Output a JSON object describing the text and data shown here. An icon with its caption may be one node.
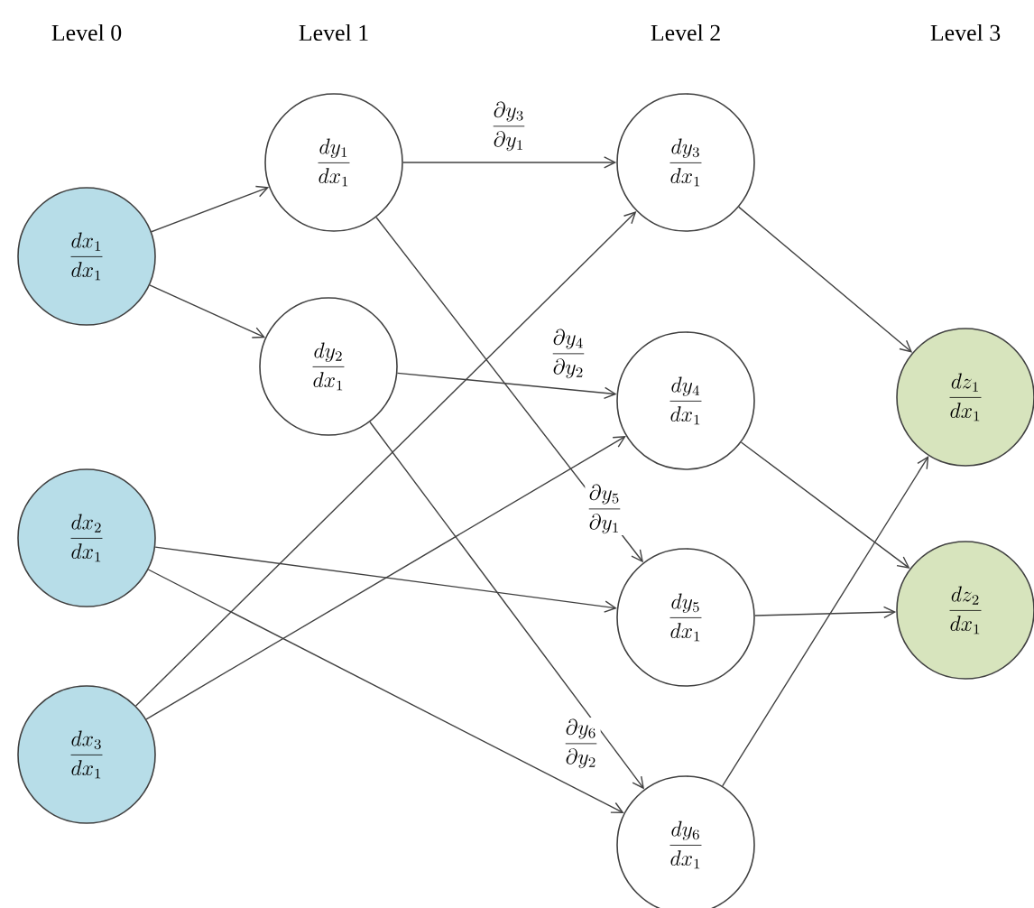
{
  "diagram": {
    "nodes": [
      {
        "text": [
          "\\frac{dx_1}{dx_1}"
        ]
      },
      {
        "text": [
          "\\frac{dx_2}{dx_1}"
        ]
      },
      {
        "text": [
          "\\frac{dx_3}{dx_1}"
        ]
      },
      {
        "text": [
          "\\frac{dy_1}{dx_1}"
        ]
      },
      {
        "text": [
          "\\frac{dy_2}{dx_1}"
        ]
      },
      {
        "text": [
          "\\frac{dy_3}{dx_1}"
        ]
      },
      {
        "text": [
          "\\frac{dy_4}{dx_1}"
        ]
      },
      {
        "text": [
          "\\frac{dy_5}{dx_1}"
        ]
      },
      {
        "text": [
          "\\frac{dy_6}{dx_1}"
        ]
      },
      {
        "text": [
          "\\frac{dz_1}{dx_1}"
        ]
      },
      {
        "text": [
          "\\frac{dz_2}{dx_1}"
        ]
      }
    ],
    "edges": [
      {
        "from": 0,
        "to": 3,
        "arrow": "to"
      },
      {
        "from": 0,
        "to": 4,
        "arrow": "to"
      },
      {
        "from": 3,
        "to": 5,
        "arrow": "to",
        "label": "\\frac{\\partial y_3}{\\partial y_1}"
      },
      {
        "from": 2,
        "to": 5,
        "arrow": "to"
      },
      {
        "from": 4,
        "to": 6,
        "arrow": "to",
        "label": "\\frac{\\partial y_4}{\\partial y_2}"
      },
      {
        "from": 2,
        "to": 6,
        "arrow": "to"
      },
      {
        "from": 3,
        "to": 7,
        "arrow": "to",
        "label": "\\frac{\\partial y_5}{\\partial y_1}"
      },
      {
        "from": 1,
        "to": 7,
        "arrow": "to"
      },
      {
        "from": 4,
        "to": 8,
        "arrow": "to",
        "label": "\\frac{\\partial y_6}{\\partial y_2}"
      },
      {
        "from": 1,
        "to": 8,
        "arrow": "to"
      },
      {
        "from": 5,
        "to": 9,
        "arrow": "to"
      },
      {
        "from": 8,
        "to": 9,
        "arrow": "to"
      },
      {
        "from": 6,
        "to": 10,
        "arrow": "to"
      },
      {
        "from": 7,
        "to": 10,
        "arrow": "to"
      }
    ],
    "labels": [
      "Level 0",
      "Level 1",
      "Level 2",
      "Level 3"
    ]
  }
}
